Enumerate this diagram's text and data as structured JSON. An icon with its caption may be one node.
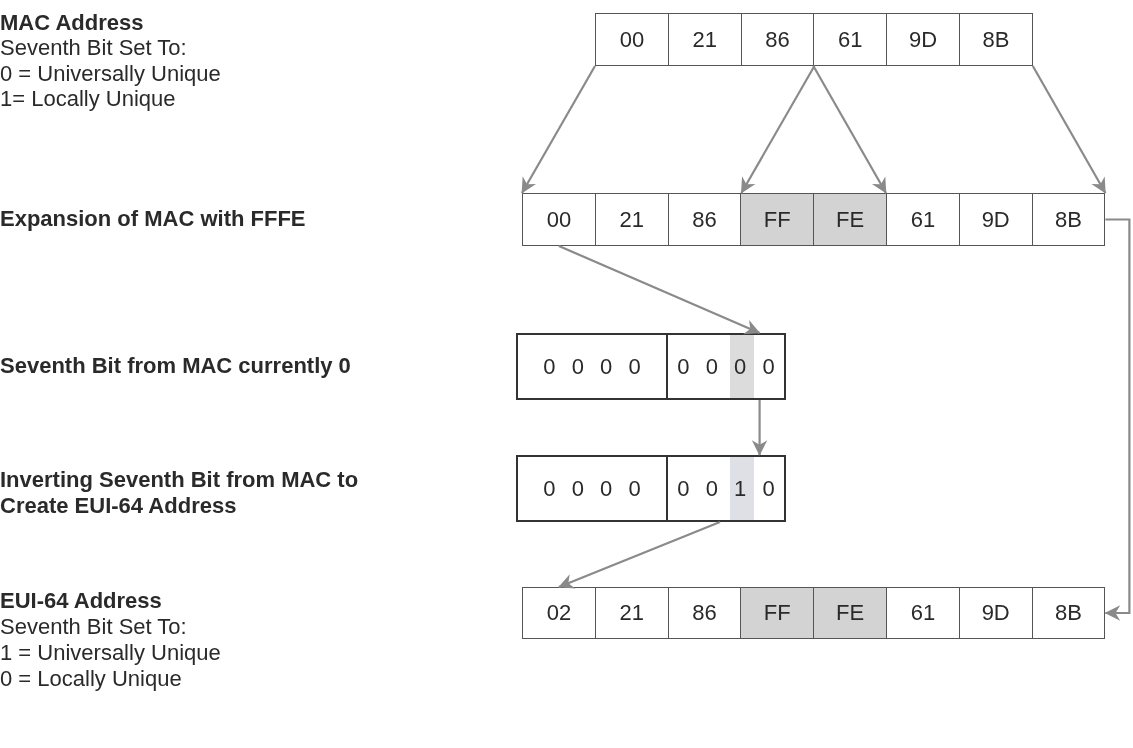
{
  "diagram": {
    "nodes": [
      {
        "text": [
          "00"
        ]
      },
      {
        "text": [
          "21"
        ]
      },
      {
        "text": [
          "86"
        ]
      },
      {
        "text": [
          "61"
        ]
      },
      {
        "text": [
          "9D"
        ]
      },
      {
        "text": [
          "8B"
        ]
      },
      {
        "text": [
          "00"
        ]
      },
      {
        "text": [
          "21"
        ]
      },
      {
        "text": [
          "86"
        ]
      },
      {
        "text": [
          "FF"
        ]
      },
      {
        "text": [
          "FE"
        ]
      },
      {
        "text": [
          "61"
        ]
      },
      {
        "text": [
          "9D"
        ]
      },
      {
        "text": [
          "8B"
        ]
      },
      {
        "text": [
          "0 0 0 0"
        ]
      },
      {
        "text": [
          "0 0 0 0"
        ]
      },
      {
        "text": [
          "0 0 0 0"
        ]
      },
      {
        "text": [
          "0 0 1 0"
        ]
      },
      {
        "text": [
          "02"
        ]
      },
      {
        "text": [
          "21"
        ]
      },
      {
        "text": [
          "86"
        ]
      },
      {
        "text": [
          "FF"
        ]
      },
      {
        "text": [
          "FE"
        ]
      },
      {
        "text": [
          "61"
        ]
      },
      {
        "text": [
          "9D"
        ]
      },
      {
        "text": [
          "8B"
        ]
      }
    ],
    "edges": [
      {
        "from": 0,
        "to": 6,
        "arrow": "to"
      },
      {
        "from": 2,
        "to": 8,
        "arrow": "to"
      },
      {
        "from": 3,
        "to": 11,
        "arrow": "to"
      },
      {
        "from": 5,
        "to": 13,
        "arrow": "to"
      },
      {
        "from": 13,
        "to": 25,
        "arrow": "to"
      },
      {
        "from": 6,
        "to": 15,
        "arrow": "to"
      },
      {
        "from": 15,
        "to": 17,
        "arrow": "to"
      },
      {
        "from": 17,
        "to": 18,
        "arrow": "to"
      }
    ],
    "labels": [
      "MAC Address",
      "Seventh Bit Set To:",
      "0 = Universally Unique",
      "1= Locally Unique",
      "Expansion of MAC with FFFE",
      "Seventh Bit from MAC currently 0",
      "Inverting Seventh Bit from MAC to Create EUI-64 Address",
      "EUI-64 Address",
      "Seventh Bit Set To:",
      "1 = Universally Unique",
      "0 = Locally Unique"
    ]
  }
}
